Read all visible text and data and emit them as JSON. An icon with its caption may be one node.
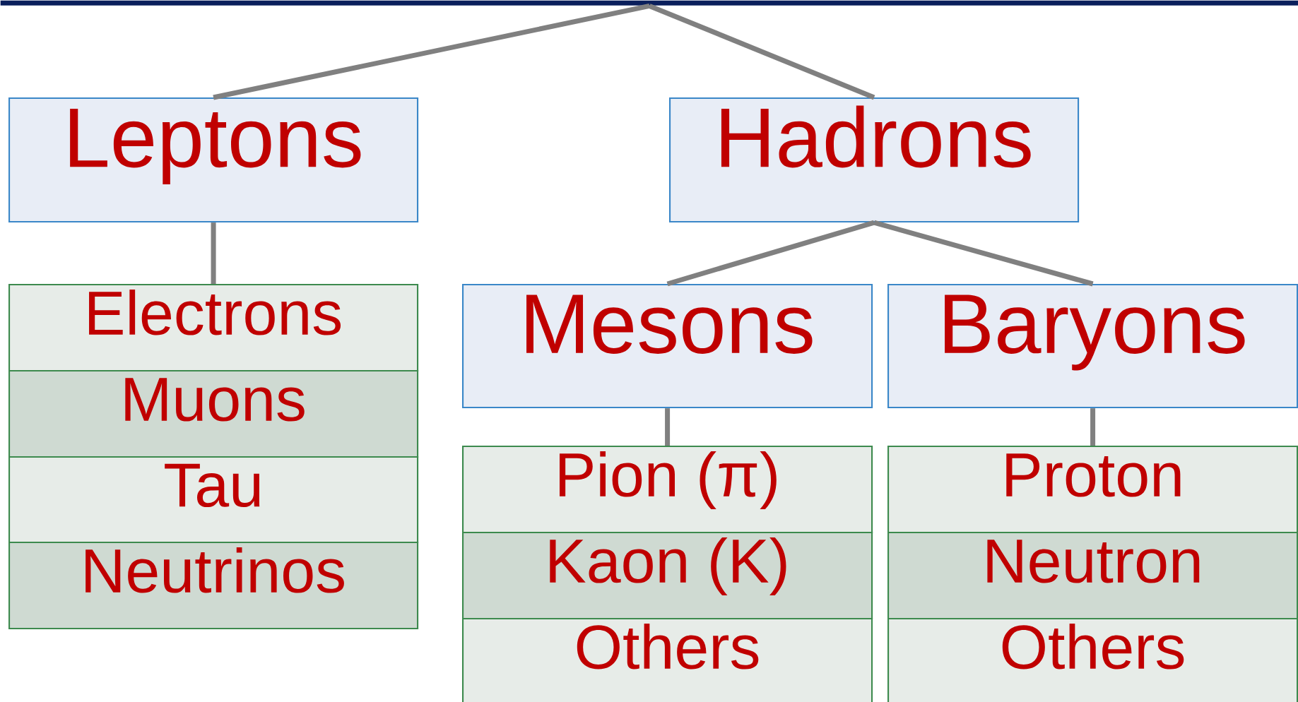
{
  "diagram": {
    "nodes": [
      {
        "text": [],
        "shape": "bar"
      },
      {
        "text": [
          "Leptons"
        ]
      },
      {
        "text": [
          "Hadrons"
        ]
      },
      {
        "text": [
          "Electrons"
        ]
      },
      {
        "text": [
          "Muons"
        ]
      },
      {
        "text": [
          "Tau"
        ]
      },
      {
        "text": [
          "Neutrinos"
        ]
      },
      {
        "text": [
          "Mesons"
        ]
      },
      {
        "text": [
          "Baryons"
        ]
      },
      {
        "text": [
          "Pion (π)"
        ]
      },
      {
        "text": [
          "Kaon (K)"
        ]
      },
      {
        "text": [
          "Others"
        ]
      },
      {
        "text": [
          "Proton"
        ]
      },
      {
        "text": [
          "Neutron"
        ]
      },
      {
        "text": [
          "Others"
        ]
      }
    ],
    "edges": [
      {
        "from": 0,
        "to": 1,
        "arrow": "none"
      },
      {
        "from": 0,
        "to": 2,
        "arrow": "none"
      },
      {
        "from": 1,
        "to": 3,
        "arrow": "none"
      },
      {
        "from": 2,
        "to": 7,
        "arrow": "none"
      },
      {
        "from": 2,
        "to": 8,
        "arrow": "none"
      },
      {
        "from": 7,
        "to": 9,
        "arrow": "none"
      },
      {
        "from": 8,
        "to": 12,
        "arrow": "none"
      }
    ]
  }
}
